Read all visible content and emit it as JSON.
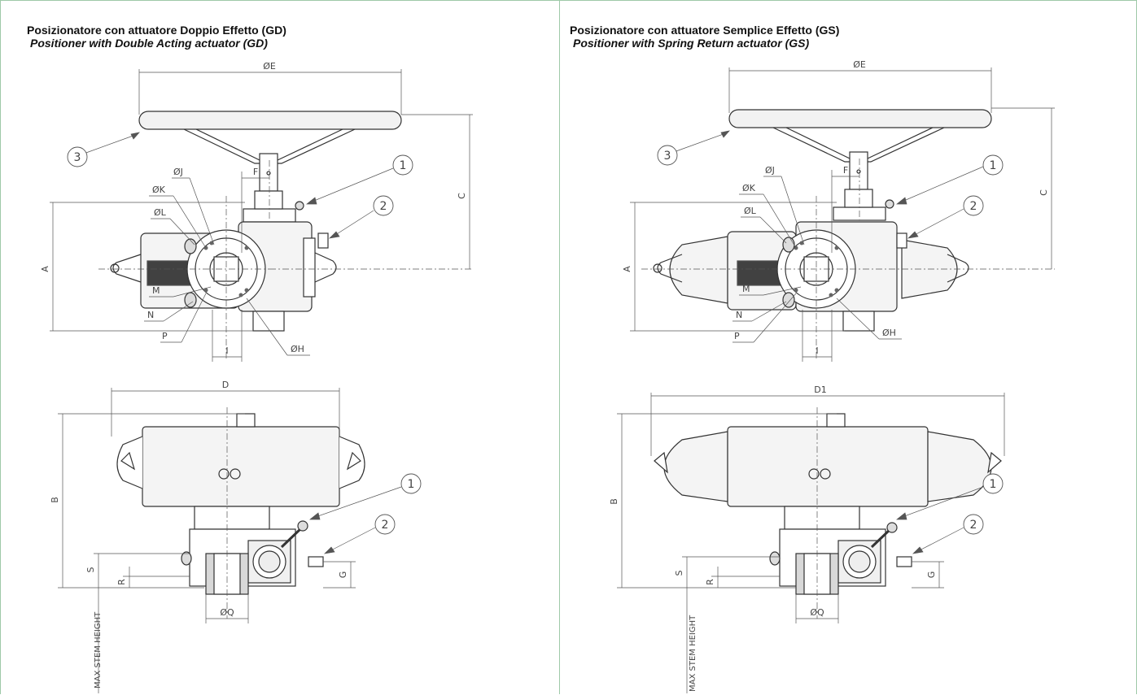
{
  "panels": [
    {
      "id": "gd",
      "title_it": "Posizionatore con attuatore Doppio Effetto (GD)",
      "title_en": "Positioner with Double Acting actuator (GD)",
      "labels": {
        "E": "ØE",
        "C": "C",
        "F": "F",
        "J": "ØJ",
        "K": "ØK",
        "L": "ØL",
        "A": "A",
        "M": "M",
        "N": "N",
        "P": "P",
        "H": "ØH",
        "I": "I",
        "D": "D",
        "B": "B",
        "S": "S",
        "R": "R",
        "G": "G",
        "Q": "ØQ",
        "stem": "MAX STEM HEIGHT",
        "c1": "1",
        "c2": "2",
        "c3": "3",
        "c1b": "1",
        "c2b": "2"
      }
    },
    {
      "id": "gs",
      "title_it": "Posizionatore con attuatore Semplice Effetto (GS)",
      "title_en": "Positioner with Spring Return actuator (GS)",
      "labels": {
        "E": "ØE",
        "C": "C",
        "F": "F",
        "J": "ØJ",
        "K": "ØK",
        "L": "ØL",
        "A": "A",
        "M": "M",
        "N": "N",
        "P": "P",
        "H": "ØH",
        "I": "I",
        "D": "D1",
        "B": "B",
        "S": "S",
        "R": "R",
        "G": "G",
        "Q": "ØQ",
        "stem": "MAX STEM HEIGHT",
        "c1": "1",
        "c2": "2",
        "c3": "3",
        "c1b": "1",
        "c2b": "2"
      }
    }
  ],
  "colors": {
    "line": "#333333",
    "dim": "#555555",
    "fill": "#f2f2f2",
    "border": "#9ec9a8"
  }
}
